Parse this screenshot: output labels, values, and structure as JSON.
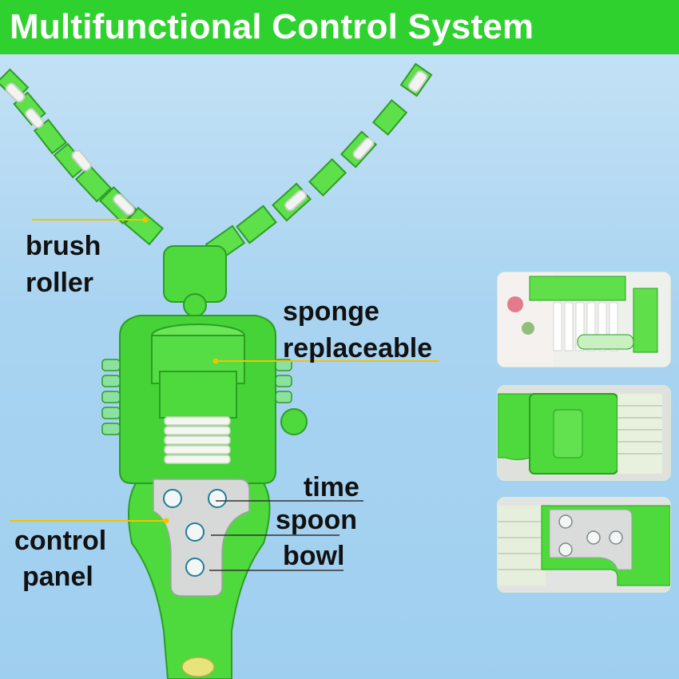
{
  "header": {
    "title": "Multifunctional Control System"
  },
  "labels": {
    "brush_roller_1": "brush",
    "brush_roller_2": "roller",
    "sponge_1": "sponge",
    "sponge_2": "replaceable",
    "time": "time",
    "spoon": "spoon",
    "bowl": "bowl",
    "control_panel_1": "control",
    "control_panel_2": "panel"
  },
  "colors": {
    "banner": "#2fd12e",
    "device_green": "#49d93a",
    "pointer_line": "#f2c400",
    "panel_gray": "#d6d9d8"
  }
}
